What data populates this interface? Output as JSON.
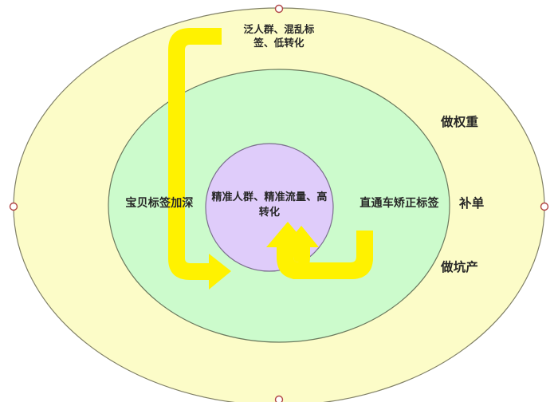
{
  "diagram": {
    "type": "concentric-ellipses",
    "rings": [
      {
        "id": "outer",
        "fill": "#FCFCC8",
        "stroke": "#808066",
        "labels": [
          "做权重",
          "补单",
          "做坑产"
        ],
        "top_label": "泛人群、混乱标\n签、低转化"
      },
      {
        "id": "middle",
        "fill": "#CCFBCC",
        "stroke": "#6B7A5E",
        "left_label": "宝贝标签加深",
        "right_label": "直通车矫正标签"
      },
      {
        "id": "inner",
        "fill": "#DFCCFA",
        "stroke": "#7A6E8C",
        "center_label": "精准人群、精准流量、高转化"
      }
    ],
    "arrows": [
      {
        "id": "arrow-top",
        "color": "#FFF200",
        "direction": "down-right-into-center"
      },
      {
        "id": "arrow-bottom",
        "color": "#FFF200",
        "direction": "left-up-into-center"
      }
    ],
    "handles": {
      "color": "#B04545",
      "fill": "#FFFFFF",
      "positions": [
        "top",
        "left",
        "right",
        "bottom"
      ]
    }
  },
  "labels": {
    "outer_top": "泛人群、混乱标\n签、低转化",
    "ring_left": "宝贝标签加深",
    "ring_right": "直通车矫正标签",
    "center": "精准人群、精准流量、高转化",
    "side_1": "做权重",
    "side_2": "补单",
    "side_3": "做坑产"
  },
  "colors": {
    "outer_fill": "#FCFCC8",
    "middle_fill": "#CCFBCC",
    "inner_fill": "#DFCCFA",
    "arrow": "#FFF200",
    "handle_stroke": "#B04545",
    "text": "#262626"
  }
}
